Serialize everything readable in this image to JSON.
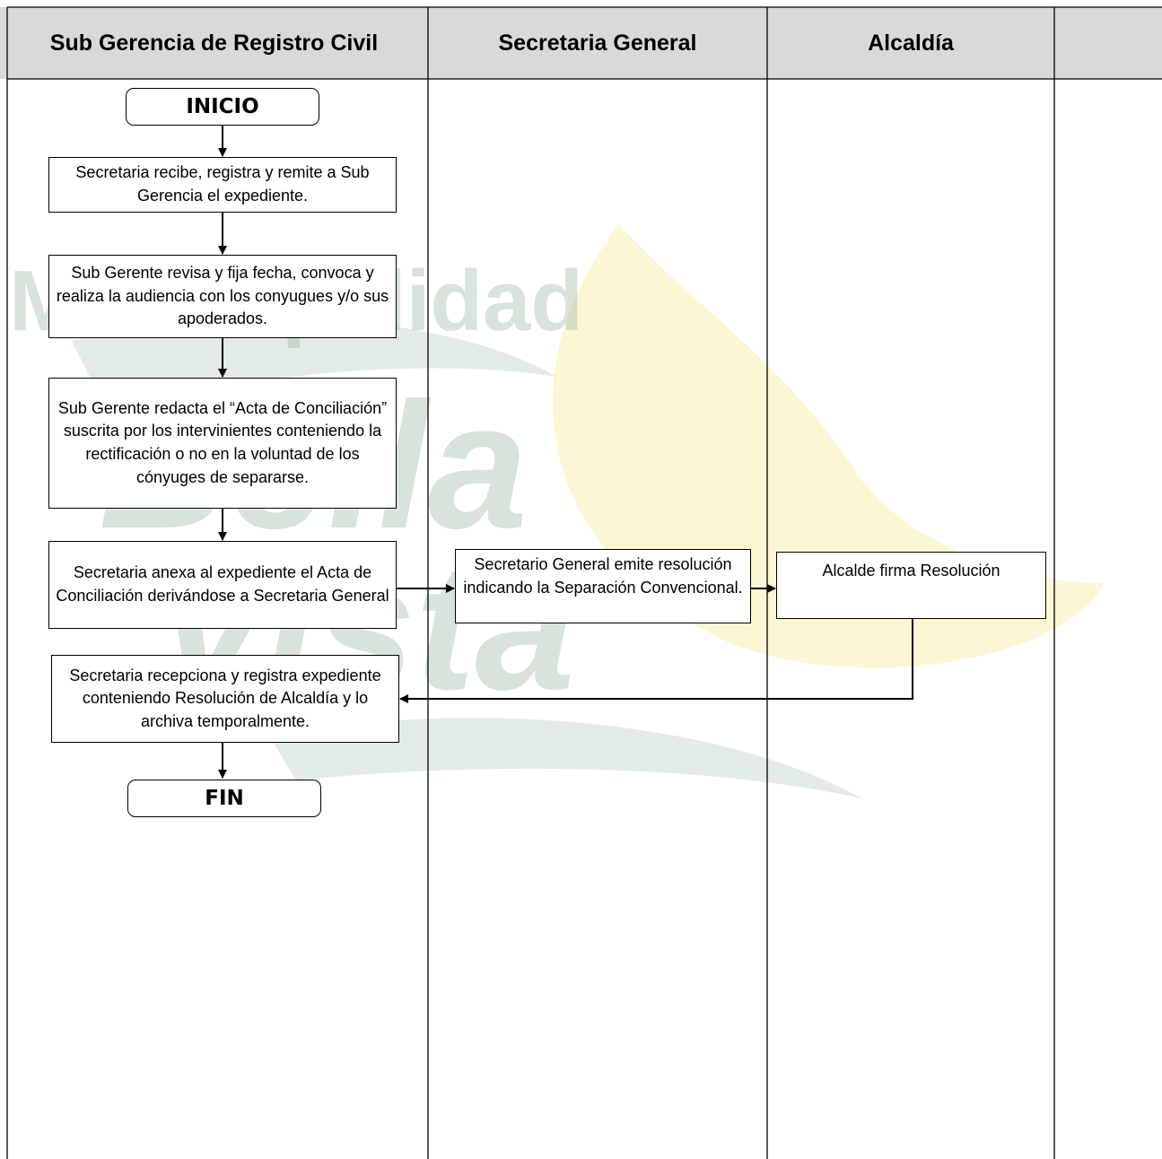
{
  "lanes": [
    {
      "title": "Sub Gerencia de Registro Civil"
    },
    {
      "title": "Secretaria General"
    },
    {
      "title": "Alcaldía"
    },
    {
      "title": ""
    }
  ],
  "watermark": {
    "line1": "Municipalidad",
    "line2": "Bella",
    "line3": "Vista"
  },
  "nodes": {
    "start": "INICIO",
    "step1": "Secretaria recibe, registra y remite a Sub Gerencia el expediente.",
    "step2": "Sub Gerente revisa y fija fecha, convoca y realiza la audiencia con los conyugues y/o sus apoderados.",
    "step3": "Sub Gerente redacta el “Acta de Conciliación” suscrita por los intervinientes conteniendo la rectificación o no en la voluntad de los cónyuges de separarse.",
    "step4": "Secretaria anexa al expediente el Acta de Conciliación derivándose a Secretaria General",
    "step5": "Secretario General emite resolución indicando la Separación Convencional.",
    "step6": "Alcalde firma Resolución",
    "step7": "Secretaria recepciona y registra expediente conteniendo Resolución de Alcaldía y lo archiva temporalmente.",
    "end": "FIN"
  },
  "colors": {
    "header_bg": "#d9d9d9",
    "line": "#000000",
    "watermark_green": "#8fb09a",
    "watermark_yellow": "#f7f1b0"
  }
}
